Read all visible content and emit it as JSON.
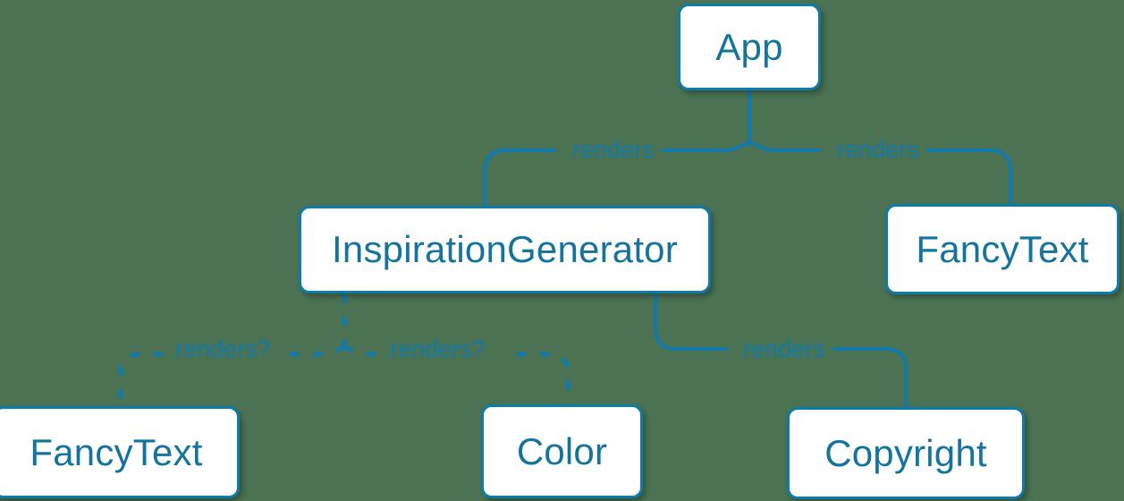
{
  "diagram": {
    "type": "component-tree",
    "background_color": "#4a7253",
    "node_fill": "#ffffff",
    "node_border_color": "#0e7bab",
    "node_text_color": "#15749b",
    "edge_color": "#1379a8",
    "nodes": [
      {
        "id": "app",
        "label": "App"
      },
      {
        "id": "ig",
        "label": "InspirationGenerator"
      },
      {
        "id": "fancy_top",
        "label": "FancyText"
      },
      {
        "id": "fancy_bot",
        "label": "FancyText"
      },
      {
        "id": "color",
        "label": "Color"
      },
      {
        "id": "copyright",
        "label": "Copyright"
      }
    ],
    "edges": [
      {
        "from": "app",
        "to": "ig",
        "label": "renders",
        "style": "solid"
      },
      {
        "from": "app",
        "to": "fancy_top",
        "label": "renders",
        "style": "solid"
      },
      {
        "from": "ig",
        "to": "fancy_bot",
        "label": "renders?",
        "style": "dashed"
      },
      {
        "from": "ig",
        "to": "color",
        "label": "renders?",
        "style": "dashed"
      },
      {
        "from": "ig",
        "to": "copyright",
        "label": "renders",
        "style": "solid"
      }
    ]
  }
}
